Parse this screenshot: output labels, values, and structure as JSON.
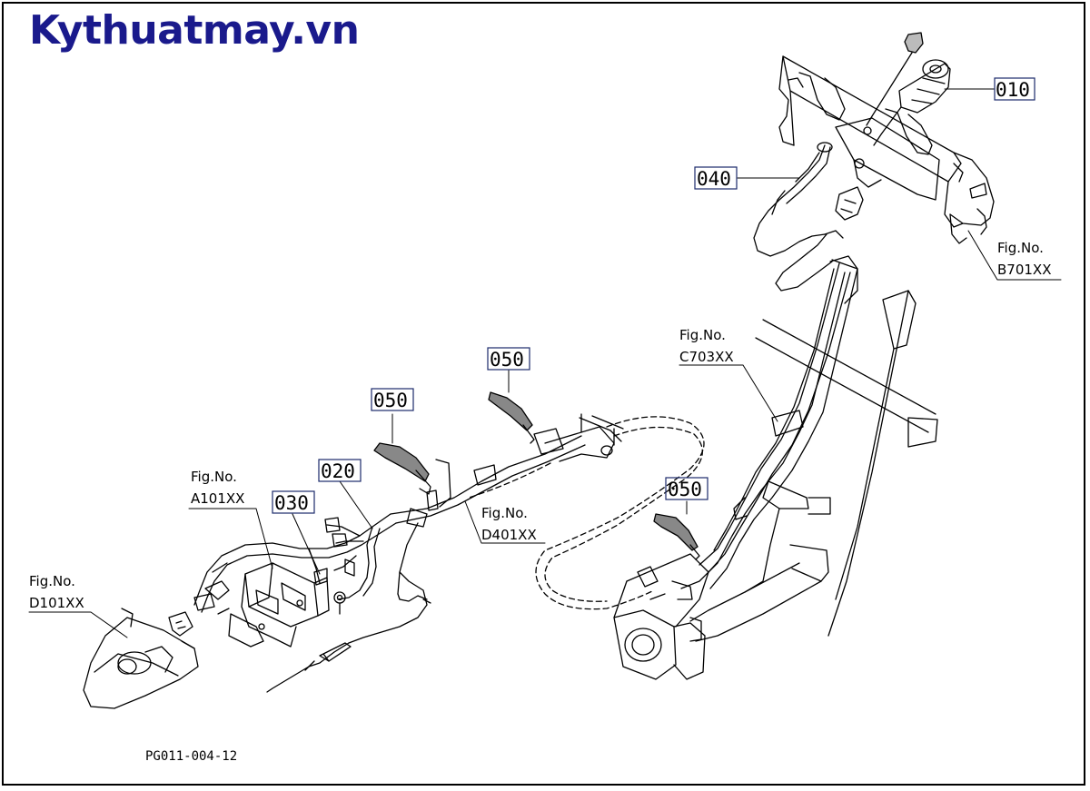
{
  "brand": "Kythuatmay.vn",
  "drawing_code": "PG011-004-12",
  "colors": {
    "brand": "#1a1a8c",
    "line": "#000000",
    "box": "#1b2a6b"
  },
  "parts": [
    {
      "id": "p010",
      "label": "010"
    },
    {
      "id": "p040",
      "label": "040"
    },
    {
      "id": "p050a",
      "label": "050"
    },
    {
      "id": "p050b",
      "label": "050"
    },
    {
      "id": "p050c",
      "label": "050"
    },
    {
      "id": "p020",
      "label": "020"
    },
    {
      "id": "p030",
      "label": "030"
    }
  ],
  "figs": [
    {
      "id": "B701",
      "line1": "Fig.No.",
      "line2": "B701XX"
    },
    {
      "id": "C703",
      "line1": "Fig.No.",
      "line2": "C703XX"
    },
    {
      "id": "D401",
      "line1": "Fig.No.",
      "line2": "D401XX"
    },
    {
      "id": "A101",
      "line1": "Fig.No.",
      "line2": "A101XX"
    },
    {
      "id": "D101",
      "line1": "Fig.No.",
      "line2": "D101XX"
    }
  ]
}
